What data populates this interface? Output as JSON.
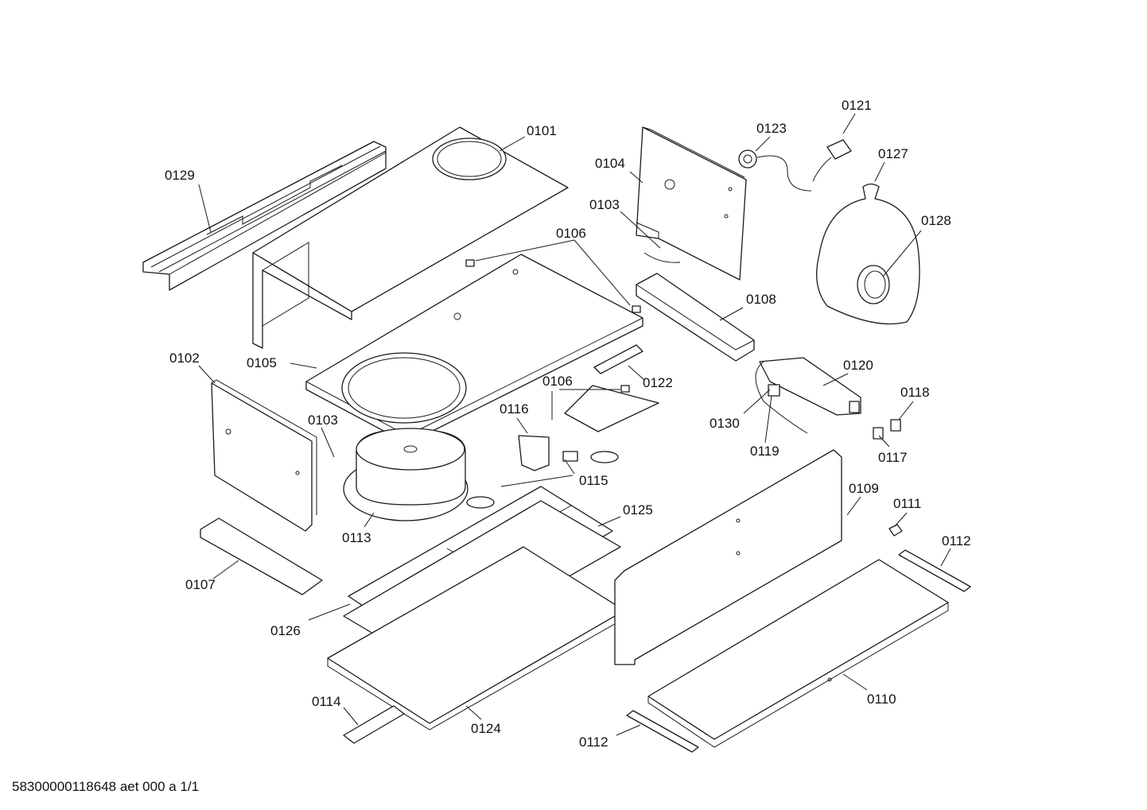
{
  "diagram": {
    "parts": [
      {
        "id": "0101"
      },
      {
        "id": "0102"
      },
      {
        "id": "0103a",
        "label": "0103"
      },
      {
        "id": "0103b",
        "label": "0103"
      },
      {
        "id": "0104"
      },
      {
        "id": "0105"
      },
      {
        "id": "0106a",
        "label": "0106"
      },
      {
        "id": "0106b",
        "label": "0106"
      },
      {
        "id": "0107"
      },
      {
        "id": "0108"
      },
      {
        "id": "0109"
      },
      {
        "id": "0110"
      },
      {
        "id": "0111"
      },
      {
        "id": "0112a",
        "label": "0112"
      },
      {
        "id": "0112b",
        "label": "0112"
      },
      {
        "id": "0113"
      },
      {
        "id": "0114"
      },
      {
        "id": "0115"
      },
      {
        "id": "0116"
      },
      {
        "id": "0117"
      },
      {
        "id": "0118"
      },
      {
        "id": "0119"
      },
      {
        "id": "0120"
      },
      {
        "id": "0121"
      },
      {
        "id": "0122"
      },
      {
        "id": "0123"
      },
      {
        "id": "0124"
      },
      {
        "id": "0125"
      },
      {
        "id": "0126"
      },
      {
        "id": "0127"
      },
      {
        "id": "0128"
      },
      {
        "id": "0129"
      },
      {
        "id": "0130"
      }
    ],
    "labels": {
      "l0101": "0101",
      "l0102": "0102",
      "l0103a": "0103",
      "l0103b": "0103",
      "l0104": "0104",
      "l0105": "0105",
      "l0106a": "0106",
      "l0106b": "0106",
      "l0107": "0107",
      "l0108": "0108",
      "l0109": "0109",
      "l0110": "0110",
      "l0111": "0111",
      "l0112a": "0112",
      "l0112b": "0112",
      "l0113": "0113",
      "l0114": "0114",
      "l0115": "0115",
      "l0116": "0116",
      "l0117": "0117",
      "l0118": "0118",
      "l0119": "0119",
      "l0120": "0120",
      "l0121": "0121",
      "l0122": "0122",
      "l0123": "0123",
      "l0124": "0124",
      "l0125": "0125",
      "l0126": "0126",
      "l0127": "0127",
      "l0128": "0128",
      "l0129": "0129",
      "l0130": "0130"
    }
  },
  "footer": {
    "document_code": "58300000118648 aet 000 a 1/1"
  }
}
